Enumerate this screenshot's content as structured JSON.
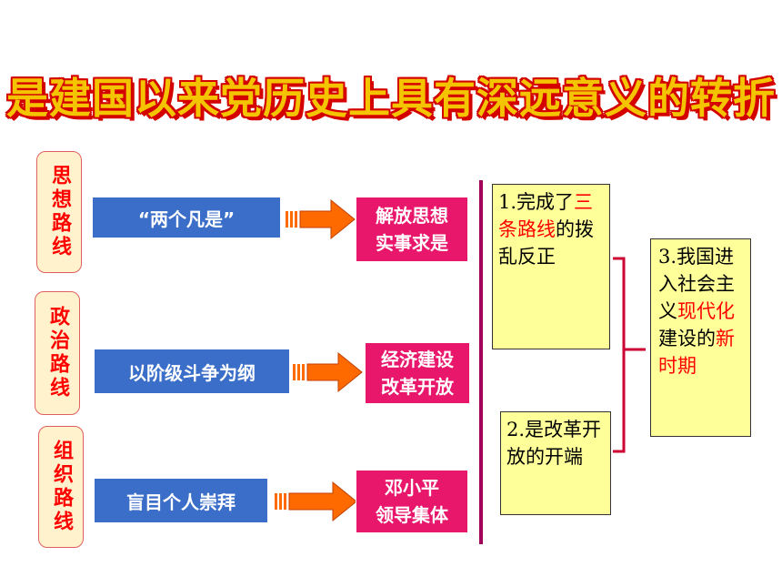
{
  "title": "是建国以来党历史上具有深远意义的转折",
  "rows": [
    {
      "label": "思想路线",
      "wrong": "“两个凡是”",
      "right": "解放思想\n实事求是"
    },
    {
      "label": "政治路线",
      "wrong": "以阶级斗争为纲",
      "right": "经济建设\n改革开放"
    },
    {
      "label": "组织路线",
      "wrong": "盲目个人崇拜",
      "right": "邓小平\n领导集体"
    }
  ],
  "box1": {
    "pre": "1.完成了",
    "highlight": "三条路线",
    "post": "的拨乱反正"
  },
  "box2": {
    "text": "2.是改革开放的开端"
  },
  "box3": {
    "pre": "3.我国进入社会主义",
    "highlight1": "现代化",
    "mid": "建设的",
    "highlight2": "新时期"
  },
  "colors": {
    "label_text": "#ff0000",
    "blue": "#3a6ec8",
    "pink": "#e8176b",
    "arrow": "#ff6a00",
    "yellow": "#ffff99"
  }
}
